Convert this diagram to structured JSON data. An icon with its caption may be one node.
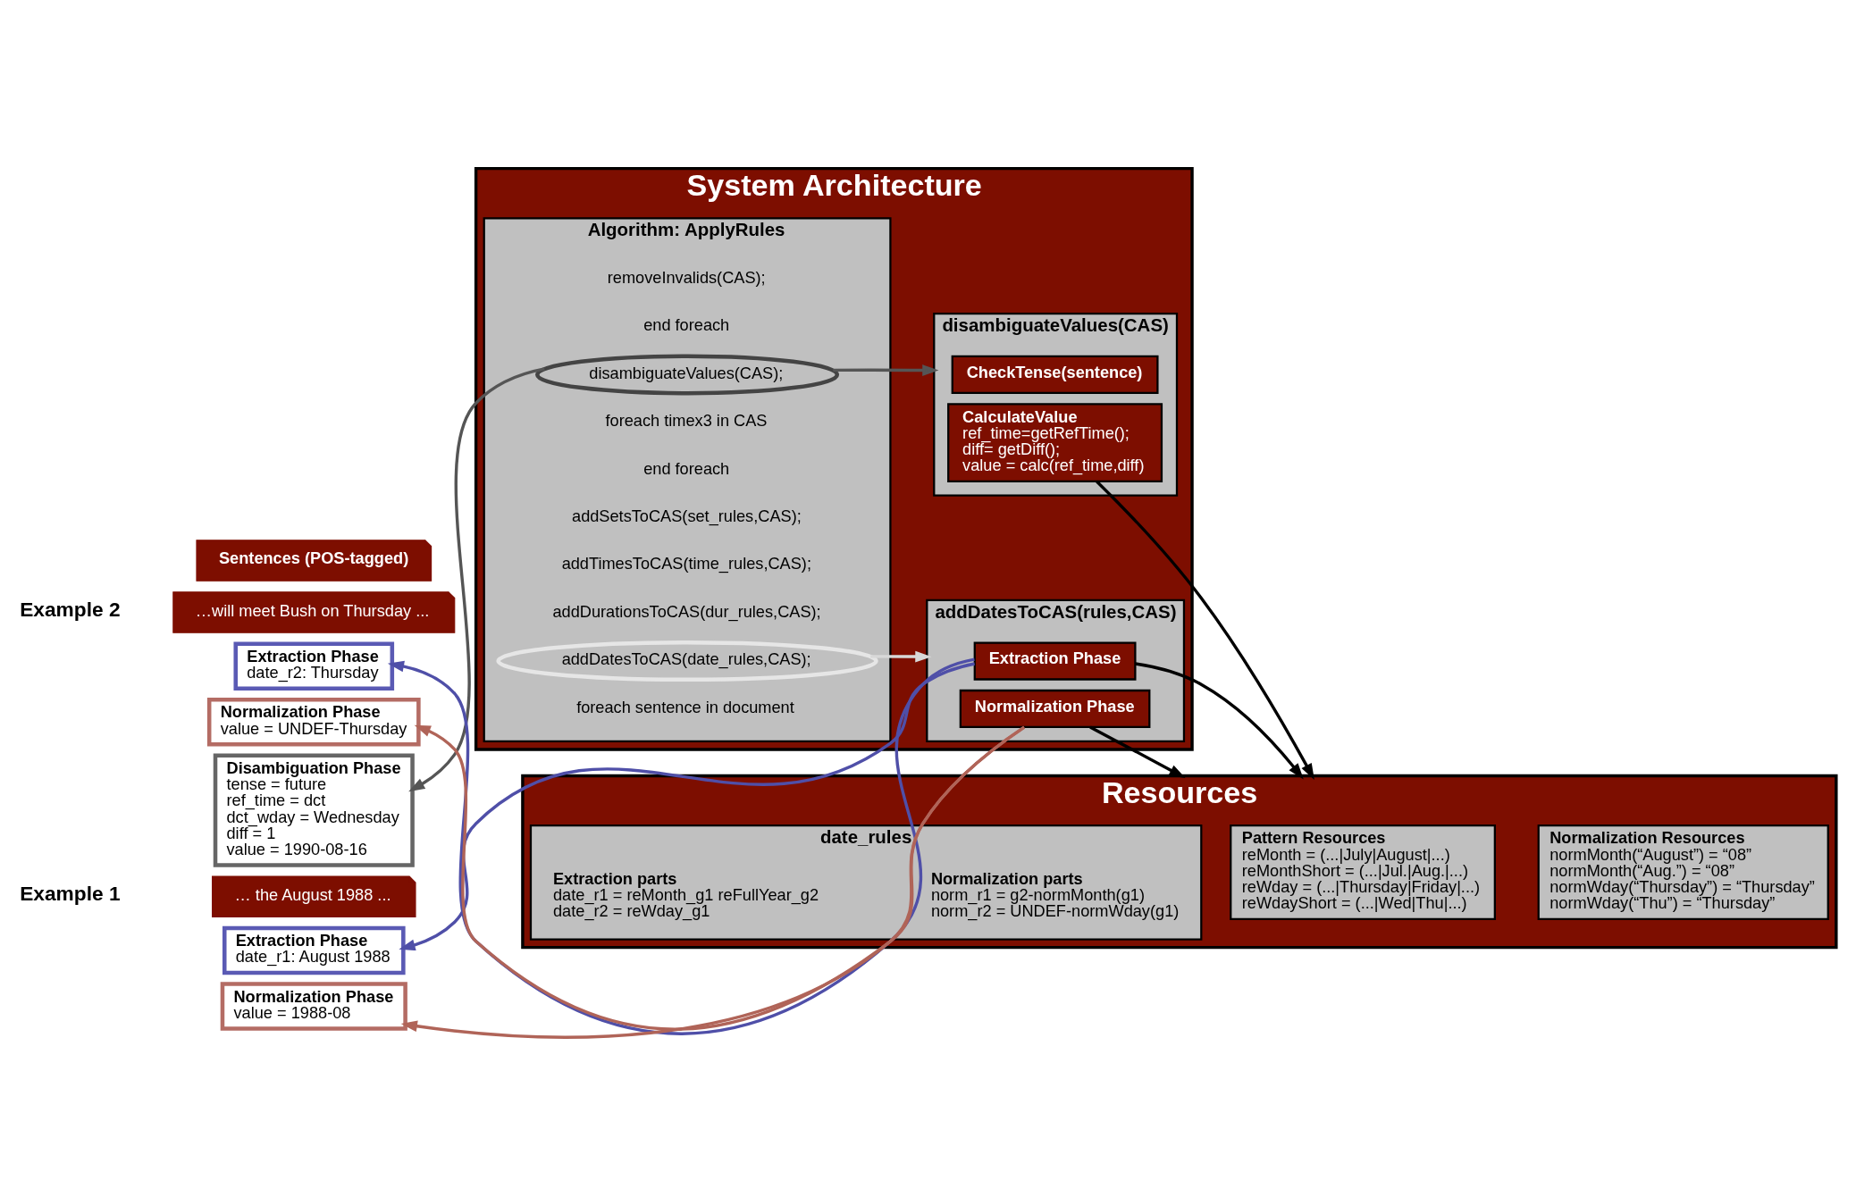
{
  "diagram": {
    "nodes": [
      {
        "text": [
          "Sentences (POS-tagged)"
        ]
      },
      {
        "text": [
          "…will meet Bush on Thursday ..."
        ]
      },
      {
        "text": [
          "Extraction Phase",
          "date_r2: Thursday"
        ]
      },
      {
        "text": [
          "Normalization Phase",
          "value = UNDEF-Thursday"
        ]
      },
      {
        "text": [
          "Disambiguation Phase",
          "tense = future",
          "ref_time = dct",
          "dct_wday = Wednesday",
          "diff = 1",
          "value = 1990-08-16"
        ]
      },
      {
        "text": [
          "… the August 1988 ..."
        ]
      },
      {
        "text": [
          "Extraction Phase",
          "date_r1: August 1988"
        ]
      },
      {
        "text": [
          "Normalization Phase",
          "value = 1988-08"
        ]
      },
      {
        "text": [
          "System Architecture"
        ]
      },
      {
        "text": [
          "Algorithm: ApplyRules"
        ],
        "in": 8
      },
      {
        "text": [
          "foreach sentence in document"
        ],
        "in": 9
      },
      {
        "text": [
          "addDatesToCAS(date_rules,CAS);"
        ],
        "in": 9
      },
      {
        "text": [
          "addDurationsToCAS(dur_rules,CAS);"
        ],
        "in": 9
      },
      {
        "text": [
          "addTimesToCAS(time_rules,CAS);"
        ],
        "in": 9
      },
      {
        "text": [
          "addSetsToCAS(set_rules,CAS);"
        ],
        "in": 9
      },
      {
        "text": [
          "end foreach"
        ],
        "in": 9
      },
      {
        "text": [
          "foreach timex3 in CAS"
        ],
        "in": 9
      },
      {
        "text": [
          "disambiguateValues(CAS);"
        ],
        "in": 9
      },
      {
        "text": [
          "end foreach"
        ],
        "in": 9
      },
      {
        "text": [
          "removeInvalids(CAS);"
        ],
        "in": 9
      },
      {
        "text": [
          "addDatesToCAS(rules,CAS)"
        ],
        "in": 8
      },
      {
        "text": [
          "Extraction Phase"
        ],
        "in": 20
      },
      {
        "text": [
          "Normalization Phase"
        ],
        "in": 20
      },
      {
        "text": [
          "disambiguateValues(CAS)"
        ],
        "in": 8
      },
      {
        "text": [
          "CheckTense(sentence)"
        ],
        "in": 23
      },
      {
        "text": [
          "CalculateValue",
          "ref_time=getRefTime();",
          "diff= getDiff();",
          "value = calc(ref_time,diff)"
        ],
        "in": 23
      },
      {
        "text": [
          "Resources"
        ]
      },
      {
        "text": [
          "date_rules"
        ],
        "in": 26
      },
      {
        "text": [
          "Extraction parts",
          "date_r1 = reMonth_g1 reFullYear_g2",
          "date_r2 = reWday_g1"
        ],
        "in": 27
      },
      {
        "text": [
          "Normalization parts",
          "norm_r1 = g2-normMonth(g1)",
          "norm_r2 = UNDEF-normWday(g1)"
        ],
        "in": 27
      },
      {
        "text": [
          "Pattern Resources",
          "reMonth = (...|July|August|...)",
          "reMonthShort = (...|Jul.|Aug.|...)",
          "reWday = (...|Thursday|Friday|...)",
          "reWdayShort = (...|Wed|Thu|...)"
        ],
        "in": 26
      },
      {
        "text": [
          "Normalization Resources",
          "normMonth(“August”) = “08”",
          "normMonth(“Aug.”) = “08”",
          "normWday(“Thursday”) = “Thursday”",
          "normWday(“Thu”) = “Thursday”"
        ],
        "in": 26
      }
    ],
    "edges": [
      {
        "from": 11,
        "to": 20,
        "arrow": "to",
        "color": "#d8d8d8"
      },
      {
        "from": 21,
        "to": 2,
        "arrow": "to",
        "color": "#4f4fa8"
      },
      {
        "from": 21,
        "to": 6,
        "arrow": "to",
        "color": "#4f4fa8"
      },
      {
        "from": 22,
        "to": 3,
        "arrow": "to",
        "color": "#b06458"
      },
      {
        "from": 22,
        "to": 7,
        "arrow": "to",
        "color": "#b06458"
      },
      {
        "from": 17,
        "to": 4,
        "arrow": "to",
        "color": "#555555"
      },
      {
        "from": 17,
        "to": 23,
        "arrow": "to",
        "color": "#555555"
      },
      {
        "from": 21,
        "to": 26,
        "arrow": "to"
      },
      {
        "from": 22,
        "to": 26,
        "arrow": "to"
      },
      {
        "from": 25,
        "to": 26,
        "arrow": "to"
      }
    ],
    "labels": [
      "Example 2",
      "Example 1"
    ]
  }
}
